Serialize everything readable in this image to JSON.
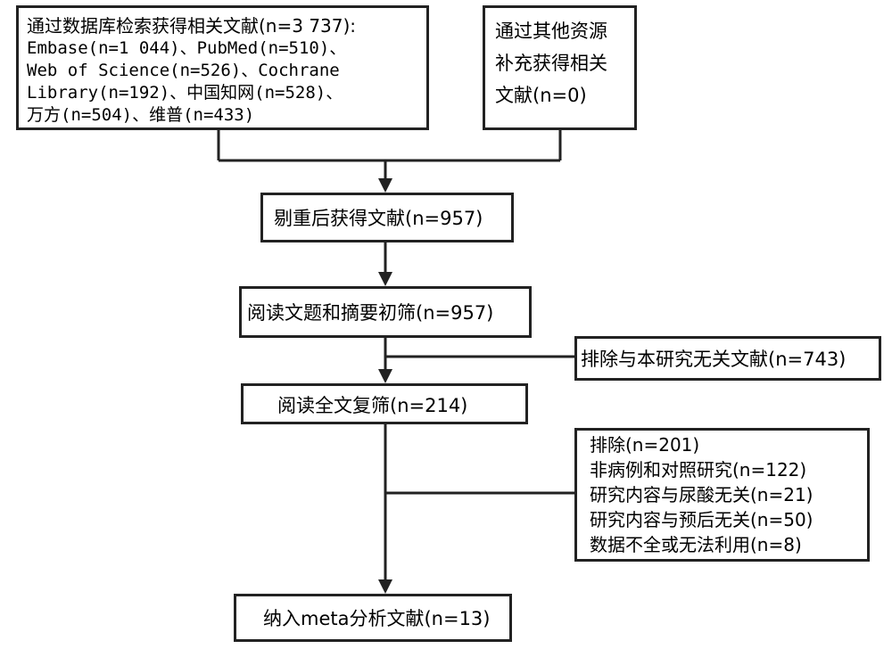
{
  "boxes": {
    "database_search": {
      "lines": [
        "通过数据库检索获得相关文献(n=3 737):",
        "Embase(n=1 044)、PubMed(n=510)、",
        "Web of Science(n=526)、Cochrane",
        "Library(n=192)、中国知网(n=528)、",
        "万方(n=504)、维普(n=433)"
      ]
    },
    "other_sources": {
      "lines": [
        "通过其他资源",
        "补充获得相关",
        "文献(n=0)"
      ]
    },
    "after_dedup": {
      "text": "剔重后获得文献(n=957)"
    },
    "title_abstract_screen": {
      "text": "阅读文题和摘要初筛(n=957)"
    },
    "exclude_irrelevant": {
      "text": "排除与本研究无关文献(n=743)"
    },
    "fulltext_screen": {
      "text": "阅读全文复筛(n=214)"
    },
    "exclude_fulltext": {
      "lines": [
        "排除(n=201)",
        "非病例和对照研究(n=122)",
        "研究内容与尿酸无关(n=21)",
        "研究内容与预后无关(n=50)",
        "数据不全或无法利用(n=8)"
      ]
    },
    "included": {
      "text": "纳入meta分析文献(n=13)"
    }
  }
}
